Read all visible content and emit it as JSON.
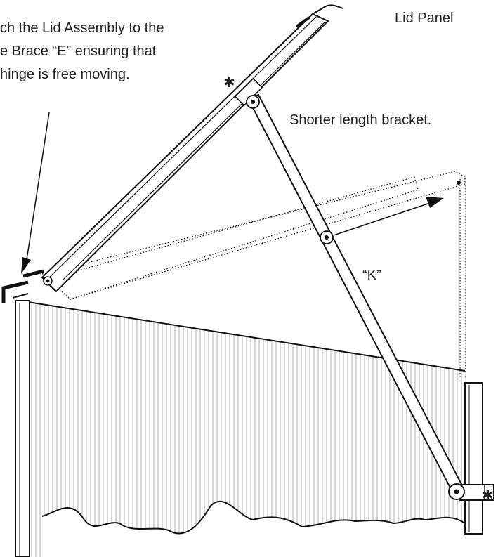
{
  "diagram": {
    "instruction_lines": [
      "ch the Lid Assembly to the",
      "e Brace “E” ensuring that",
      "hinge is free moving."
    ],
    "lid_panel_label": "Lid Panel",
    "bracket_label": "Shorter length bracket.",
    "strut_label": "“K”",
    "pivot_marker": "✱",
    "colors": {
      "line": "#111111",
      "fill": "#ffffff",
      "text": "#222222"
    }
  }
}
